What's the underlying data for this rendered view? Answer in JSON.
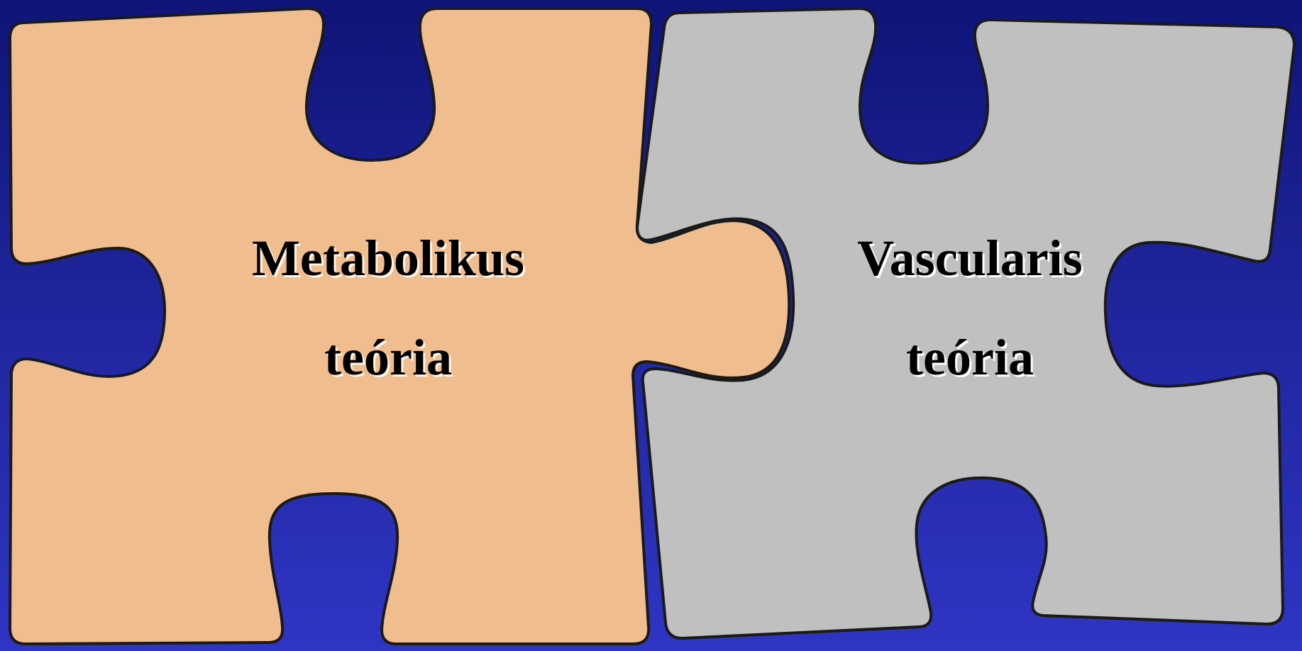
{
  "pieces": [
    {
      "name": "metabolic-theory-piece",
      "line1": "Metabolikus",
      "line2": "teória",
      "fill": "#efbd8e",
      "shadow": "#fff3e4"
    },
    {
      "name": "vascular-theory-piece",
      "line1": "Vascularis",
      "line2": "teória",
      "fill": "#c0c0c0",
      "shadow": "#ffffff"
    }
  ],
  "outline_color": "#1a1a1a"
}
